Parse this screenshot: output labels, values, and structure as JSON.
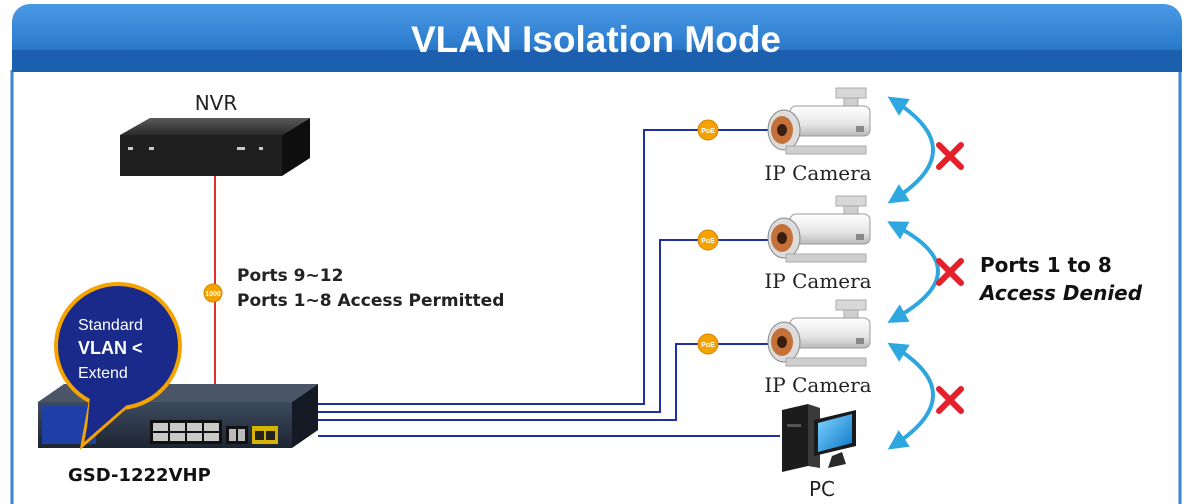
{
  "title": "VLAN Isolation Mode",
  "nvr": {
    "label": "NVR"
  },
  "uplink": {
    "badge": "1000",
    "ports_line1": "Ports 9~12",
    "ports_line2": "Ports 1~8 Access Permitted"
  },
  "switch": {
    "model": "GSD-1222VHP"
  },
  "vlan_bubble": {
    "line1": "Standard",
    "line2": "VLAN <",
    "line3": "Extend"
  },
  "cameras": [
    {
      "label": "IP Camera",
      "badge": "PoE"
    },
    {
      "label": "IP Camera",
      "badge": "PoE"
    },
    {
      "label": "IP Camera",
      "badge": "PoE"
    }
  ],
  "pc": {
    "label": "PC"
  },
  "denied": {
    "line1": "Ports 1 to 8",
    "line2": "Access Denied"
  },
  "colors": {
    "banner": "#2f7fd0",
    "banner_dark": "#1b5fae",
    "frame": "#3a86d4",
    "link_blue": "#1f2fa8",
    "link_red": "#e0302a",
    "poe_orange": "#f5a300",
    "arrow_cyan": "#2ea6e0",
    "cross_red": "#e5202a",
    "bubble_navy": "#1a2a8a"
  }
}
